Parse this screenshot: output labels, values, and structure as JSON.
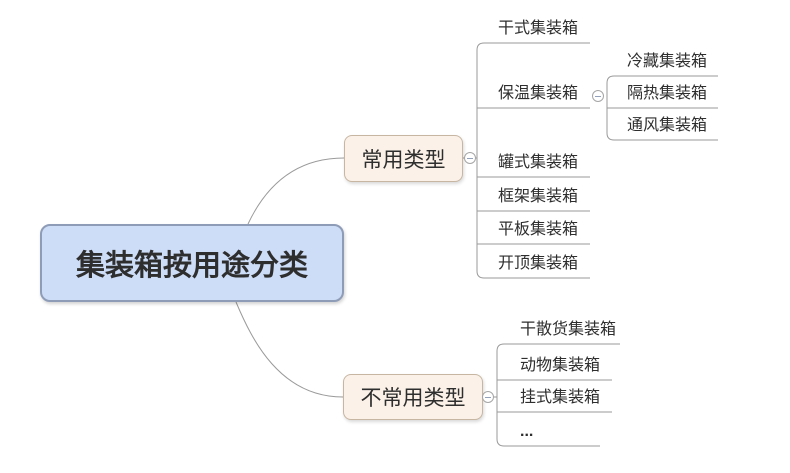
{
  "colors": {
    "root_fill": "#cddcf7",
    "root_border": "#8e9cb8",
    "branch_fill": "#fbf1e8",
    "branch_border": "#c7b6a2",
    "line": "#9a9a9a",
    "text": "#2e2e2e"
  },
  "mindmap": {
    "root": {
      "label": "集装箱按用途分类"
    },
    "branches": [
      {
        "label": "常用类型",
        "collapse_icon": "minus-circle",
        "children": [
          {
            "label": "干式集装箱"
          },
          {
            "label": "保温集装箱",
            "collapse_icon": "minus-circle",
            "children": [
              {
                "label": "冷藏集装箱"
              },
              {
                "label": "隔热集装箱"
              },
              {
                "label": "通风集装箱"
              }
            ]
          },
          {
            "label": "罐式集装箱"
          },
          {
            "label": "框架集装箱"
          },
          {
            "label": "平板集装箱"
          },
          {
            "label": "开顶集装箱"
          }
        ]
      },
      {
        "label": "不常用类型",
        "collapse_icon": "minus-circle",
        "children": [
          {
            "label": "干散货集装箱"
          },
          {
            "label": "动物集装箱"
          },
          {
            "label": "挂式集装箱"
          },
          {
            "label": "..."
          }
        ]
      }
    ]
  }
}
